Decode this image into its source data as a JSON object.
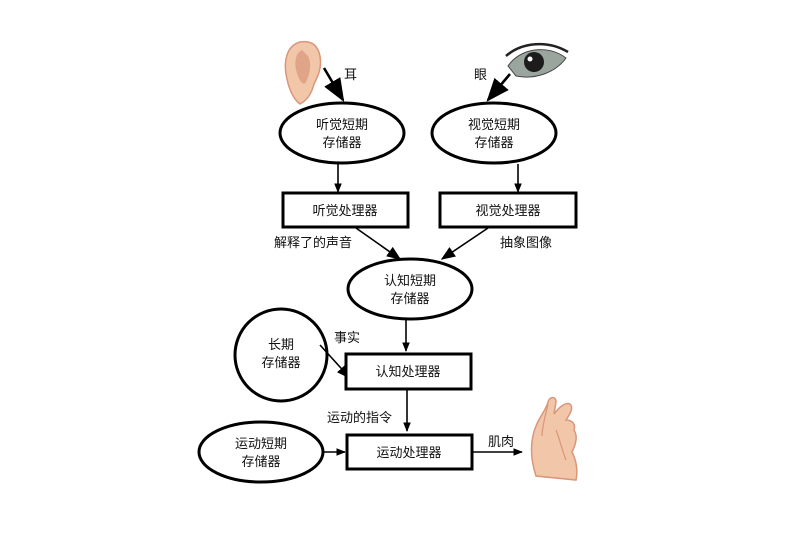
{
  "sensors": {
    "ear_label": "耳",
    "eye_label": "眼",
    "muscle_label": "肌肉"
  },
  "nodes": {
    "auditory_stm": {
      "line1": "听觉短期",
      "line2": "存储器"
    },
    "visual_stm": {
      "line1": "视觉短期",
      "line2": "存储器"
    },
    "auditory_processor": "听觉处理器",
    "visual_processor": "视觉处理器",
    "cognitive_stm": {
      "line1": "认知短期",
      "line2": "存储器"
    },
    "long_term_memory": {
      "line1": "长期",
      "line2": "存储器"
    },
    "cognitive_processor": "认知处理器",
    "motor_stm": {
      "line1": "运动短期",
      "line2": "存储器"
    },
    "motor_processor": "运动处理器"
  },
  "edge_labels": {
    "interpreted_sound": "解释了的声音",
    "abstract_image": "抽象图像",
    "facts": "事实",
    "motor_commands": "运动的指令"
  },
  "colors": {
    "skin": "#f2c6a8",
    "skin_shadow": "#d9967a",
    "iris": "#1c1c1c",
    "eye_white": "#9aa59e"
  }
}
